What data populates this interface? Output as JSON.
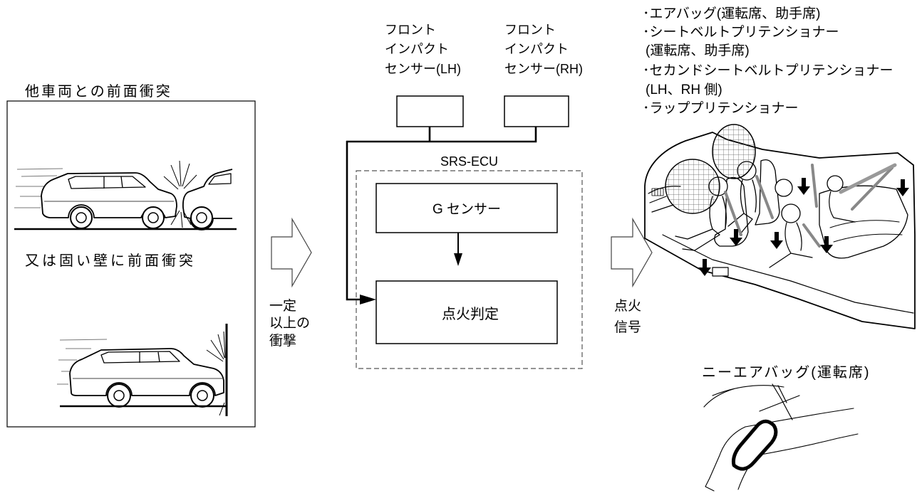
{
  "collision_panel": {
    "title": "他車両との前面衝突",
    "caption": "又は固い壁に前面衝突"
  },
  "impact_arrow": {
    "label_lines": [
      "一定",
      "以上の",
      "衝撃"
    ]
  },
  "sensors": [
    {
      "lines": [
        "フロント",
        "インパクト",
        "センサー(LH)"
      ]
    },
    {
      "lines": [
        "フロント",
        "インパクト",
        "センサー(RH)"
      ]
    }
  ],
  "ecu": {
    "title": "SRS-ECU",
    "g_sensor": "G センサー",
    "ignition_decision": "点火判定"
  },
  "signal_arrow": {
    "label_lines": [
      "点火",
      "信号"
    ]
  },
  "devices": {
    "lines": [
      "･エアバッグ(運転席、助手席)",
      "･シートベルトプリテンショナー",
      "(運転席、助手席)",
      "･セカンドシートベルトプリテンショナー",
      "(LH、RH 側)",
      "･ラッププリテンショナー"
    ]
  },
  "knee_airbag": {
    "label": "ニーエアバッグ(運転席)"
  }
}
